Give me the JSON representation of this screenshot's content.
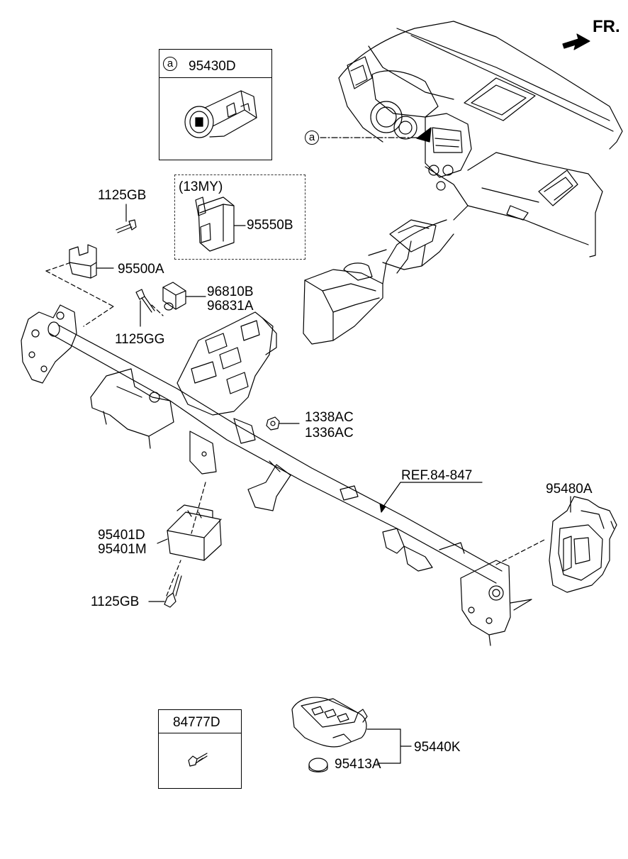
{
  "direction": {
    "label": "FR."
  },
  "callout_marker": "a",
  "parts": {
    "p95430D": "95430D",
    "p13MY": "(13MY)",
    "p95550B": "95550B",
    "p1125GB_top": "1125GB",
    "p95500A": "95500A",
    "p96810B": "96810B",
    "p96831A": "96831A",
    "p1125GG": "1125GG",
    "p1338AC": "1338AC",
    "p1336AC": "1336AC",
    "ref": "REF.84-847",
    "p95480A": "95480A",
    "p95401D": "95401D",
    "p95401M": "95401M",
    "p1125GB_bottom": "1125GB",
    "p84777D": "84777D",
    "p95440K": "95440K",
    "p95413A": "95413A"
  }
}
